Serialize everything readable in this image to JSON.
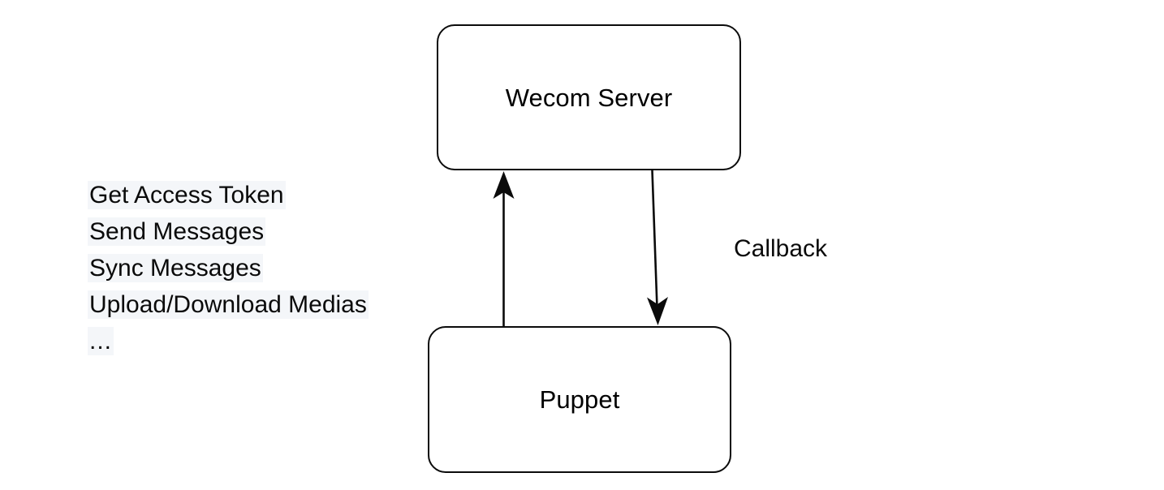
{
  "diagram": {
    "background_color": "#ffffff",
    "stroke_color": "#0b0b0b",
    "text_color": "#0a0a0a",
    "highlight_color": "#f4f6f9",
    "nodes": [
      {
        "id": "wecom-server",
        "label": "Wecom Server"
      },
      {
        "id": "puppet",
        "label": "Puppet"
      }
    ],
    "edges": [
      {
        "id": "puppet-to-wecom",
        "from": "puppet",
        "to": "wecom-server",
        "direction": "up",
        "label": ""
      },
      {
        "id": "wecom-to-puppet",
        "from": "wecom-server",
        "to": "puppet",
        "direction": "down",
        "label": "Callback"
      }
    ],
    "operations": {
      "items": [
        "Get Access Token",
        "Send Messages",
        "Sync Messages",
        "Upload/Download Medias",
        "..."
      ]
    }
  }
}
